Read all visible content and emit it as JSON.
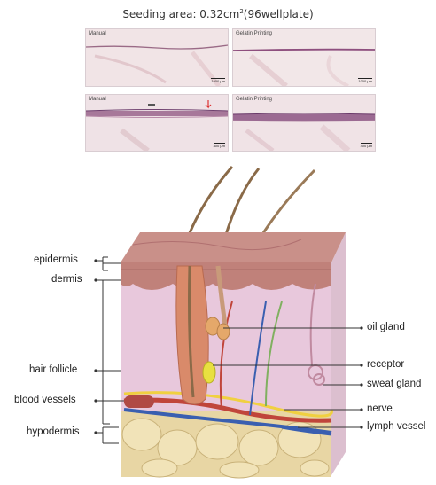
{
  "header": {
    "title_prefix": "Seeding area: 0.32cm",
    "title_sup": "2",
    "title_suffix": "(96wellplate)"
  },
  "panels": [
    {
      "label": "Manual",
      "scale": "1000 μm"
    },
    {
      "label": "Gelatin Printing",
      "scale": "1000 μm"
    },
    {
      "label": "Manual",
      "scale": "400 μm"
    },
    {
      "label": "Gelatin Printing",
      "scale": "400 μm"
    }
  ],
  "skin_labels": {
    "epidermis": "epidermis",
    "dermis": "dermis",
    "hair_follicle": "hair follicle",
    "blood_vessels": "blood vessels",
    "hypodermis": "hypodermis",
    "oil_gland": "oil gland",
    "receptor": "receptor",
    "sweat_gland": "sweat gland",
    "nerve": "nerve",
    "lymph_vessel": "lymph vessel"
  },
  "colors": {
    "epidermis": "#c88a80",
    "dermis": "#e8c8dc",
    "hypodermis": "#e8d6a4",
    "hair": "#8a6a48",
    "blood_red": "#c0453a",
    "blood_blue": "#3a5fb0",
    "nerve": "#f0d040"
  }
}
